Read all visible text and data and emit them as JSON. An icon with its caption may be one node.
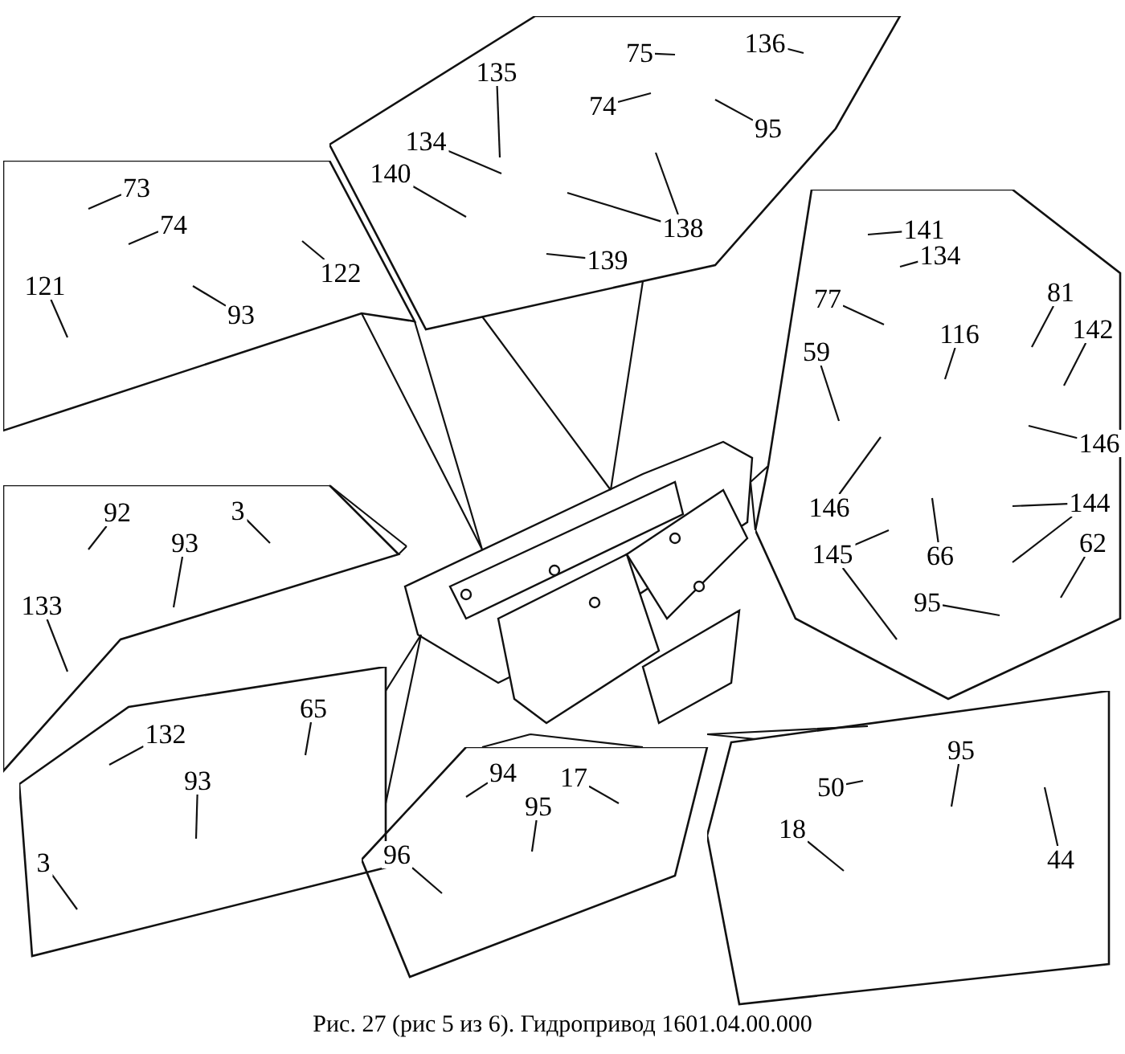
{
  "diagram": {
    "caption": "Рис. 27 (рис 5 из 6). Гидропривод 1601.04.00.000",
    "nodes": [
      {
        "text": [],
        "shape": "box"
      },
      {
        "text": [
          "135"
        ],
        "in": 0
      },
      {
        "text": [
          "75"
        ],
        "in": 0
      },
      {
        "text": [
          "74"
        ],
        "in": 0
      },
      {
        "text": [
          "136"
        ],
        "in": 0
      },
      {
        "text": [
          "95"
        ],
        "in": 0
      },
      {
        "text": [
          "134"
        ],
        "in": 0
      },
      {
        "text": [
          "140"
        ],
        "in": 0
      },
      {
        "text": [
          "138"
        ],
        "in": 0
      },
      {
        "text": [
          "139"
        ],
        "in": 0
      },
      {
        "text": [],
        "shape": "box"
      },
      {
        "text": [
          "73"
        ],
        "in": 10
      },
      {
        "text": [
          "74"
        ],
        "in": 10
      },
      {
        "text": [
          "93"
        ],
        "in": 10
      },
      {
        "text": [
          "122"
        ],
        "in": 10
      },
      {
        "text": [
          "121"
        ],
        "in": 10
      },
      {
        "text": [],
        "shape": "box"
      },
      {
        "text": [
          "141"
        ],
        "in": 16
      },
      {
        "text": [
          "134"
        ],
        "in": 16
      },
      {
        "text": [
          "77"
        ],
        "in": 16
      },
      {
        "text": [
          "81"
        ],
        "in": 16
      },
      {
        "text": [
          "116"
        ],
        "in": 16
      },
      {
        "text": [
          "142"
        ],
        "in": 16
      },
      {
        "text": [
          "59"
        ],
        "in": 16
      },
      {
        "text": [
          "146"
        ],
        "in": 16
      },
      {
        "text": [
          "146"
        ],
        "in": 16
      },
      {
        "text": [
          "145"
        ],
        "in": 16
      },
      {
        "text": [
          "66"
        ],
        "in": 16
      },
      {
        "text": [
          "144"
        ],
        "in": 16
      },
      {
        "text": [
          "62"
        ],
        "in": 16
      },
      {
        "text": [
          "95"
        ],
        "in": 16
      },
      {
        "text": [],
        "shape": "picture"
      },
      {
        "text": [],
        "shape": "box"
      },
      {
        "text": [
          "92"
        ],
        "in": 32
      },
      {
        "text": [
          "3"
        ],
        "in": 32
      },
      {
        "text": [
          "93"
        ],
        "in": 32
      },
      {
        "text": [
          "133"
        ],
        "in": 32
      },
      {
        "text": [],
        "shape": "box"
      },
      {
        "text": [
          "132"
        ],
        "in": 37
      },
      {
        "text": [
          "65"
        ],
        "in": 37
      },
      {
        "text": [
          "93"
        ],
        "in": 37
      },
      {
        "text": [
          "3"
        ],
        "in": 37
      },
      {
        "text": [],
        "shape": "box"
      },
      {
        "text": [
          "94"
        ],
        "in": 42
      },
      {
        "text": [
          "17"
        ],
        "in": 42
      },
      {
        "text": [
          "95"
        ],
        "in": 42
      },
      {
        "text": [
          "96"
        ],
        "in": 42
      },
      {
        "text": [],
        "shape": "box"
      },
      {
        "text": [
          "50"
        ],
        "in": 47
      },
      {
        "text": [
          "95"
        ],
        "in": 47
      },
      {
        "text": [
          "18"
        ],
        "in": 47
      },
      {
        "text": [
          "44"
        ],
        "in": 47
      }
    ],
    "edges": [
      {
        "from": 0,
        "to": 31,
        "arrow": "none"
      },
      {
        "from": 10,
        "to": 31,
        "arrow": "none"
      },
      {
        "from": 16,
        "to": 31,
        "arrow": "none"
      },
      {
        "from": 32,
        "to": 31,
        "arrow": "none"
      },
      {
        "from": 37,
        "to": 31,
        "arrow": "none"
      },
      {
        "from": 42,
        "to": 31,
        "arrow": "none"
      },
      {
        "from": 47,
        "to": 31,
        "arrow": "none"
      },
      {
        "from": 1,
        "to": null,
        "arrow": "none"
      },
      {
        "from": 2,
        "to": null,
        "arrow": "none"
      },
      {
        "from": 3,
        "to": null,
        "arrow": "none"
      },
      {
        "from": 4,
        "to": null,
        "arrow": "none"
      },
      {
        "from": 5,
        "to": null,
        "arrow": "none"
      },
      {
        "from": 6,
        "to": null,
        "arrow": "none"
      },
      {
        "from": 7,
        "to": null,
        "arrow": "none"
      },
      {
        "from": 8,
        "to": null,
        "arrow": "none"
      },
      {
        "from": 8,
        "to": null,
        "arrow": "none"
      },
      {
        "from": 9,
        "to": null,
        "arrow": "none"
      },
      {
        "from": 11,
        "to": null,
        "arrow": "none"
      },
      {
        "from": 12,
        "to": null,
        "arrow": "none"
      },
      {
        "from": 13,
        "to": null,
        "arrow": "none"
      },
      {
        "from": 14,
        "to": null,
        "arrow": "none"
      },
      {
        "from": 15,
        "to": null,
        "arrow": "none"
      },
      {
        "from": 17,
        "to": null,
        "arrow": "none"
      },
      {
        "from": 18,
        "to": null,
        "arrow": "none"
      },
      {
        "from": 19,
        "to": null,
        "arrow": "none"
      },
      {
        "from": 20,
        "to": null,
        "arrow": "none"
      },
      {
        "from": 21,
        "to": null,
        "arrow": "none"
      },
      {
        "from": 22,
        "to": null,
        "arrow": "none"
      },
      {
        "from": 23,
        "to": null,
        "arrow": "none"
      },
      {
        "from": 24,
        "to": null,
        "arrow": "none"
      },
      {
        "from": 25,
        "to": null,
        "arrow": "none"
      },
      {
        "from": 26,
        "to": null,
        "arrow": "none"
      },
      {
        "from": 26,
        "to": null,
        "arrow": "none"
      },
      {
        "from": 27,
        "to": null,
        "arrow": "none"
      },
      {
        "from": 28,
        "to": null,
        "arrow": "none"
      },
      {
        "from": 28,
        "to": null,
        "arrow": "none"
      },
      {
        "from": 29,
        "to": null,
        "arrow": "none"
      },
      {
        "from": 30,
        "to": null,
        "arrow": "none"
      },
      {
        "from": 33,
        "to": null,
        "arrow": "none"
      },
      {
        "from": 34,
        "to": null,
        "arrow": "none"
      },
      {
        "from": 35,
        "to": null,
        "arrow": "none"
      },
      {
        "from": 36,
        "to": null,
        "arrow": "none"
      },
      {
        "from": 38,
        "to": null,
        "arrow": "none"
      },
      {
        "from": 39,
        "to": null,
        "arrow": "none"
      },
      {
        "from": 40,
        "to": null,
        "arrow": "none"
      },
      {
        "from": 41,
        "to": null,
        "arrow": "none"
      },
      {
        "from": 43,
        "to": null,
        "arrow": "none"
      },
      {
        "from": 44,
        "to": null,
        "arrow": "none"
      },
      {
        "from": 45,
        "to": null,
        "arrow": "none"
      },
      {
        "from": 46,
        "to": null,
        "arrow": "none"
      },
      {
        "from": 48,
        "to": null,
        "arrow": "none"
      },
      {
        "from": 49,
        "to": null,
        "arrow": "none"
      },
      {
        "from": 50,
        "to": null,
        "arrow": "none"
      },
      {
        "from": 51,
        "to": null,
        "arrow": "none"
      }
    ]
  }
}
